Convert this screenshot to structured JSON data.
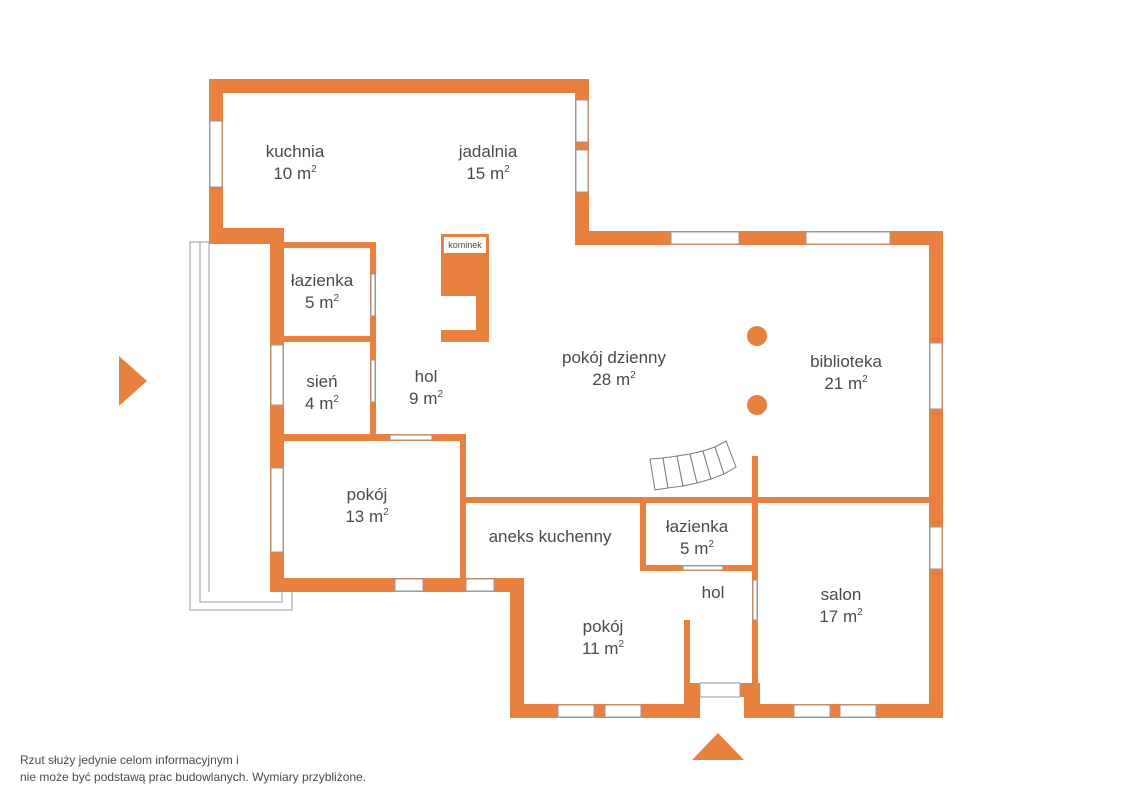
{
  "rooms": [
    {
      "id": "kuchnia",
      "name": "kuchnia",
      "area": "10 m",
      "sup": "2"
    },
    {
      "id": "jadalnia",
      "name": "jadalnia",
      "area": "15 m",
      "sup": "2"
    },
    {
      "id": "lazienka-1",
      "name": "łazienka",
      "area": "5 m",
      "sup": "2"
    },
    {
      "id": "sien",
      "name": "sień",
      "area": "4 m",
      "sup": "2"
    },
    {
      "id": "hol-1",
      "name": "hol",
      "area": "9 m",
      "sup": "2"
    },
    {
      "id": "pokoj-dzienny",
      "name": "pokój dzienny",
      "area": "28 m",
      "sup": "2"
    },
    {
      "id": "biblioteka",
      "name": "biblioteka",
      "area": "21 m",
      "sup": "2"
    },
    {
      "id": "pokoj-1",
      "name": "pokój",
      "area": "13 m",
      "sup": "2"
    },
    {
      "id": "aneks-kuchenny",
      "name": "aneks kuchenny",
      "area": "",
      "sup": ""
    },
    {
      "id": "lazienka-2",
      "name": "łazienka",
      "area": "5 m",
      "sup": "2"
    },
    {
      "id": "hol-2",
      "name": "hol",
      "area": "",
      "sup": ""
    },
    {
      "id": "salon",
      "name": "salon",
      "area": "17 m",
      "sup": "2"
    },
    {
      "id": "pokoj-2",
      "name": "pokój",
      "area": "11 m",
      "sup": "2"
    }
  ],
  "fireplace_label": "kominek",
  "disclaimer": {
    "line1": "Rzut służy jedynie celom informacyjnym i",
    "line2": "nie może być podstawą prac budowlanych. Wymiary przybliżone."
  },
  "colors": {
    "wall": "#e8813f",
    "text": "#4a4a4a",
    "window": "#9a9a9a"
  }
}
